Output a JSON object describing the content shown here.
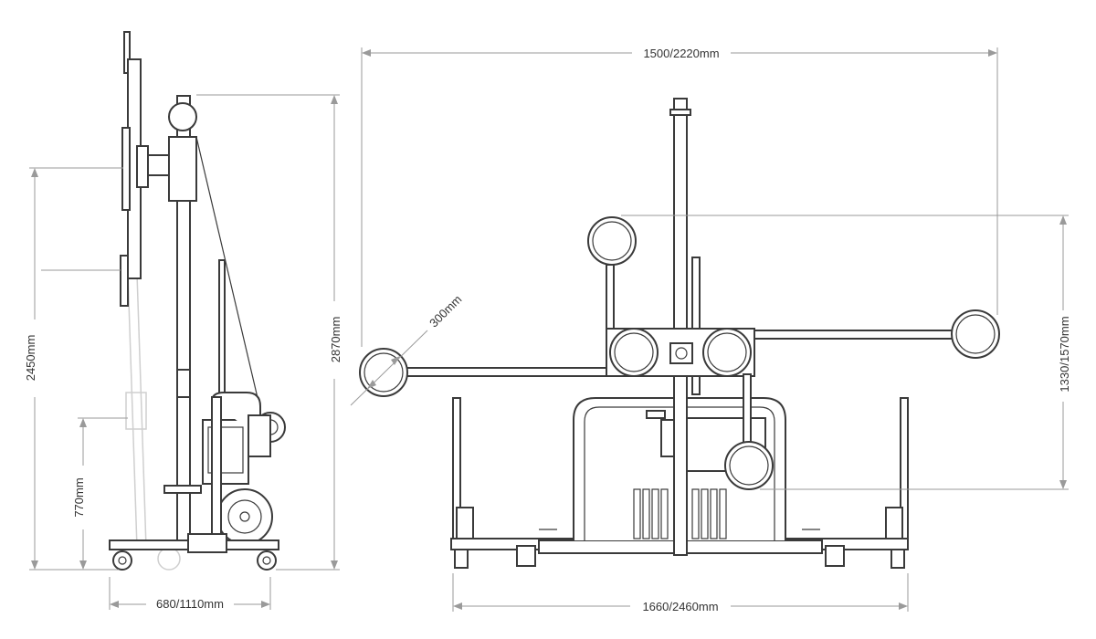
{
  "diagram": {
    "dimensions": {
      "total_width": "1500/2220mm",
      "height_2870": "2870mm",
      "height_2450": "2450mm",
      "height_770": "770mm",
      "base_depth": "680/1110mm",
      "base_width": "1660/2460mm",
      "cup_span": "1330/1570mm",
      "cup_diameter": "300mm"
    },
    "colors": {
      "line": "#3a3a3a",
      "dimension": "#9a9a9a",
      "text": "#333333"
    }
  }
}
